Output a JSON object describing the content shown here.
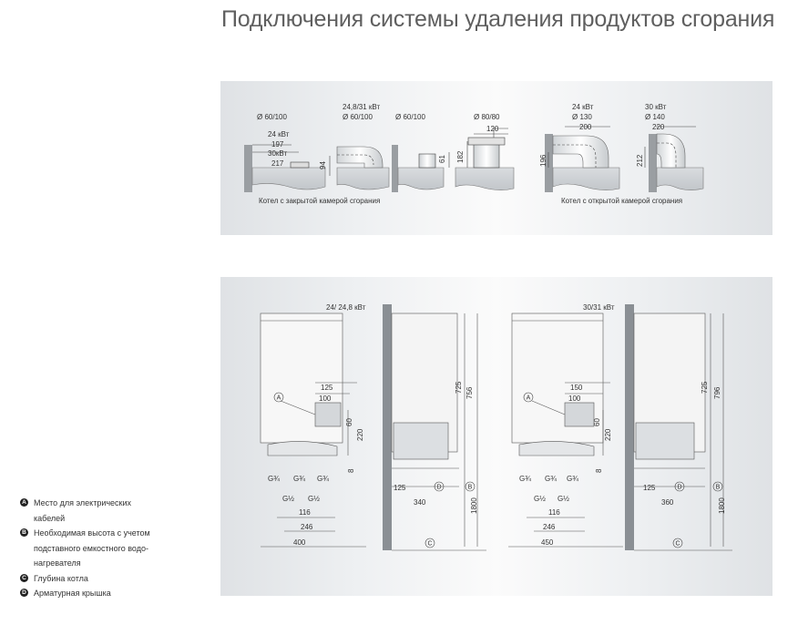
{
  "page": {
    "title": "Подключения системы удаления продуктов сгорания"
  },
  "top_diagram": {
    "closed_chamber_caption": "Котел с закрытой камерой сгорания",
    "open_chamber_caption": "Котел с открытой камерой сгорания",
    "d1_diameter": "Ø 60/100",
    "d1_power_a": "24 кВт",
    "d1_dim_a": "197",
    "d1_power_b": "30кВт",
    "d1_dim_b": "217",
    "d2_power": "24,8/31 кВт",
    "d2_diameter": "Ø 60/100",
    "d2_height": "94",
    "d3_diameter": "Ø 60/100",
    "d3_height": "61",
    "d4_diameter": "Ø 80/80",
    "d4_width": "120",
    "d4_height": "182",
    "d5_power": "24 кВт",
    "d5_diameter": "Ø 130",
    "d5_width": "200",
    "d5_height": "196",
    "d6_power": "30 кВт",
    "d6_diameter": "Ø 140",
    "d6_width": "220",
    "d6_height": "212"
  },
  "bottom_diagram": {
    "left": {
      "power": "24/ 24,8 кВт",
      "dim_125": "125",
      "dim_100": "100",
      "dim_60": "60",
      "dim_220": "220",
      "dim_8": "8",
      "dim_725": "725",
      "dim_756": "756",
      "dim_1800": "1800",
      "dim_116": "116",
      "dim_246": "246",
      "dim_400": "400",
      "dim_side_125": "125",
      "dim_340": "340",
      "pipe_a": "G¾",
      "pipe_b": "G¾",
      "pipe_c": "G¾",
      "pipe_d": "G½",
      "pipe_e": "G½"
    },
    "right": {
      "power": "30/31 кВт",
      "dim_150": "150",
      "dim_100": "100",
      "dim_60": "60",
      "dim_220": "220",
      "dim_8": "8",
      "dim_725": "725",
      "dim_796": "796",
      "dim_1800": "1800",
      "dim_116": "116",
      "dim_246": "246",
      "dim_450": "450",
      "dim_side_125": "125",
      "dim_360": "360",
      "pipe_a": "G¾",
      "pipe_b": "G¾",
      "pipe_c": "G¾",
      "pipe_d": "G½",
      "pipe_e": "G½"
    },
    "marker_a": "A",
    "marker_b": "B",
    "marker_c": "C",
    "marker_d": "D"
  },
  "legend": {
    "items": [
      {
        "marker": "A",
        "text": "Место для электрических\nкабелей"
      },
      {
        "marker": "B",
        "text": "Необходимая высота с учетом\nподставного емкостного водо-\nнагревателя"
      },
      {
        "marker": "C",
        "text": "Глубина котла"
      },
      {
        "marker": "D",
        "text": "Арматурная крышка"
      }
    ]
  }
}
